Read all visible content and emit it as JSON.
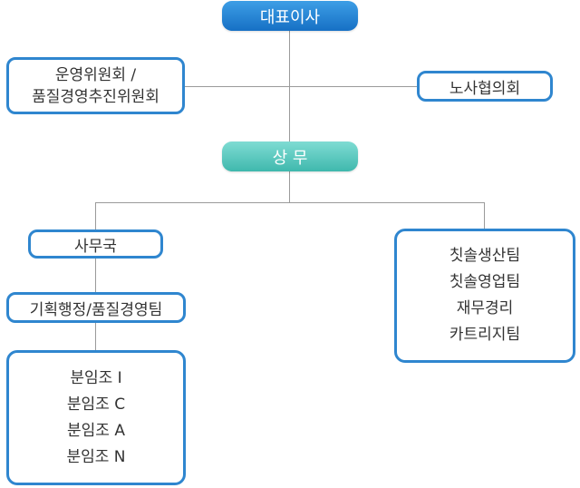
{
  "org_chart": {
    "ceo": "대표이사",
    "committee_line1": "운영위원회 /",
    "committee_line2": "품질경영추진위원회",
    "labor_council": "노사협의회",
    "managing_director": "상 무",
    "general_affairs": "사무국",
    "planning_team": "기획행정/품질경영팀",
    "branches": [
      "분임조 I",
      "분임조 C",
      "분임조 A",
      "분임조 N"
    ],
    "divisions": [
      "칫솔생산팀",
      "칫솔영업팀",
      "재무경리",
      "카트리지팀"
    ]
  },
  "colors": {
    "primary": "#1670c5",
    "teal": "#3fb8ad",
    "border": "#2f86cf",
    "connector": "#9a9a9a"
  }
}
